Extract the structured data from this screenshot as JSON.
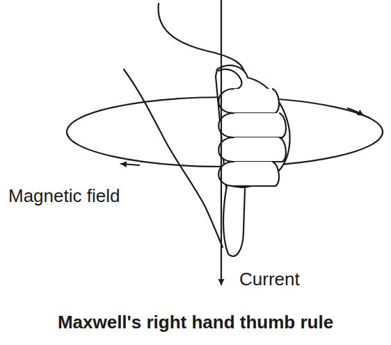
{
  "diagram": {
    "title": "Maxwell's right hand thumb rule",
    "labels": [
      "Magnetic field",
      "Current"
    ]
  }
}
